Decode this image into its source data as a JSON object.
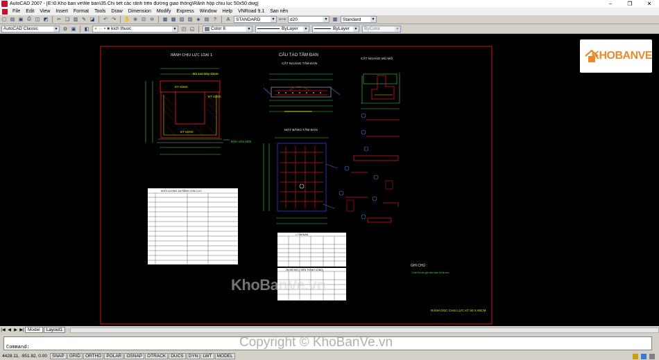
{
  "window": {
    "title": "AutoCAD 2007 - [E:\\0.Kho ban ve\\file ban\\35.Chi tiết các rãnh trên đường giao thông\\Rãnh hộp chiu luc 50x50.dwg]",
    "controls": [
      "–",
      "❐",
      "✕"
    ]
  },
  "menubar": {
    "items": [
      "File",
      "Edit",
      "View",
      "Insert",
      "Format",
      "Tools",
      "Draw",
      "Dimension",
      "Modify",
      "Express",
      "Window",
      "Help",
      "VNRoad 9.1",
      "San nền"
    ]
  },
  "toolbar1": {
    "text_style": "STANDARD",
    "dim_style": "d20",
    "table_style": "Standard"
  },
  "toolbar2": {
    "workspace": "AutoCAD Classic",
    "layer": "kich thuoc",
    "color": "Color 8",
    "linetype": "ByLayer",
    "lineweight": "ByLayer",
    "plotstyle": "ByColor"
  },
  "logo": {
    "text": "KHOBANVE"
  },
  "drawing": {
    "titles": {
      "ranh": "RÃNH CHỊU LỰC LOẠI 1",
      "cau_tao": "CẤU TẠO TẤM ĐAN",
      "cat_ngang_tam_dan": "CẮT NGANG TẤM ĐAN",
      "cat_ngang_mu_mo": "CẮT NGANG MŨ MỐ",
      "mat_bang": "MẶT BẰNG TẤM ĐAN",
      "bang_khoi_luong": "KHỐI LƯỢNG 1M RÃNH CHỊU LỰC",
      "bang_tam_dan": "1 TẤM ĐAN",
      "bang_mu_mo": "2M MŨ MỐ (2 BÊN THÀNH CỐNG)",
      "ghi_chu": "GHI CHÚ :",
      "ghi_chu_noi_dung": "- Kích thước ghi trên bản vẽ là mm",
      "ten_ban_ve": "RÃNH DỌC CHỊU LỰC KT 50 X 60CM"
    },
    "labels": {
      "be_tong_tren": "BT M300",
      "be_tong_phai": "BT M300",
      "be_tong_day": "BT M200",
      "dem_vua": "Đệm vữa M25",
      "da_dam": "Đá 1x2 Dày 10cm"
    }
  },
  "watermark": {
    "center": "KhoBanVe.vn",
    "copyright": "Copyright © KhoBanVe.vn"
  },
  "tabs": {
    "items": [
      "Model",
      "Layout1"
    ],
    "active": "Model"
  },
  "command": {
    "prompt": "Command:"
  },
  "status": {
    "coords": "4428.11, -951.82, 0.00",
    "buttons": [
      "SNAP",
      "GRID",
      "ORTHO",
      "POLAR",
      "OSNAP",
      "OTRACK",
      "DUCS",
      "DYN",
      "LWT",
      "MODEL"
    ]
  }
}
